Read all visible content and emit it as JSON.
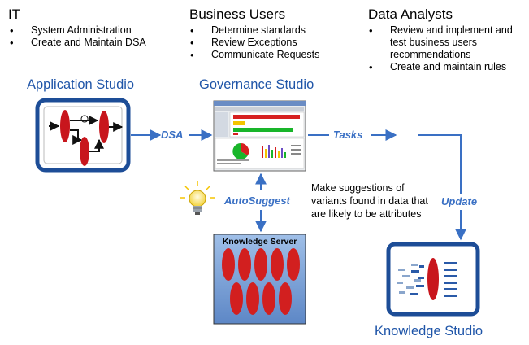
{
  "roles": {
    "it": {
      "title": "IT",
      "items": [
        "System Administration",
        "Create and Maintain DSA"
      ]
    },
    "business": {
      "title": "Business Users",
      "items": [
        "Determine standards",
        "Review Exceptions",
        "Communicate Requests"
      ]
    },
    "analysts": {
      "title": "Data Analysts",
      "items": [
        "Review and implement and test business users recommendations",
        "Create and maintain rules"
      ]
    }
  },
  "studios": {
    "application": "Application Studio",
    "governance": "Governance Studio",
    "knowledge": "Knowledge Studio"
  },
  "server": {
    "title": "Knowledge Server"
  },
  "flows": {
    "dsa": "DSA",
    "tasks": "Tasks",
    "autosuggest": "AutoSuggest",
    "update": "Update"
  },
  "note": "Make suggestions of variants found in data that are likely to be attributes",
  "colors": {
    "accent": "#1f55a8",
    "flow": "#3a70c4",
    "lens": "#c8161d",
    "frame": "#1d4d97"
  }
}
